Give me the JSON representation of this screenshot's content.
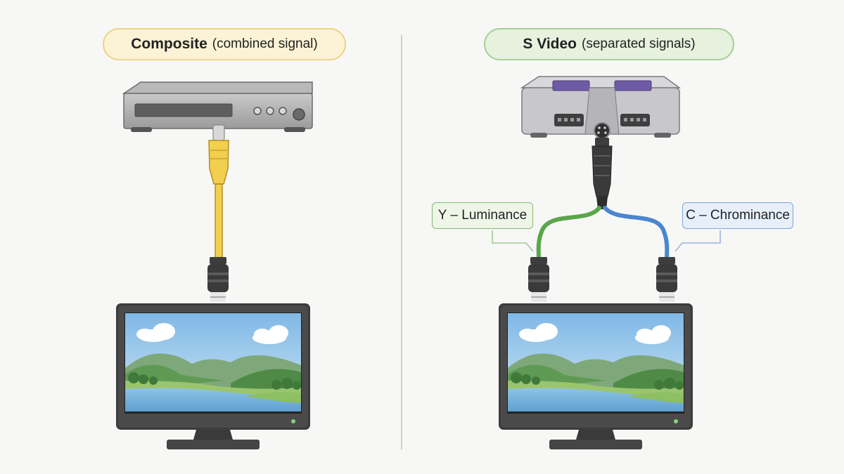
{
  "left_panel": {
    "title_bold": "Composite",
    "title_paren": "(combined signal)",
    "cable_color": "#f2cf4e",
    "device_icon": "dvd-player-icon",
    "display_icon": "tv-monitor-icon"
  },
  "right_panel": {
    "title_bold": "S Video",
    "title_paren": "(separated signals)",
    "device_icon": "game-console-icon",
    "display_icon": "tv-monitor-icon",
    "luma": {
      "label": "Y – Luminance",
      "color": "#5aa64a"
    },
    "chroma": {
      "label": "C – Chrominance",
      "color": "#4b86cf"
    }
  }
}
